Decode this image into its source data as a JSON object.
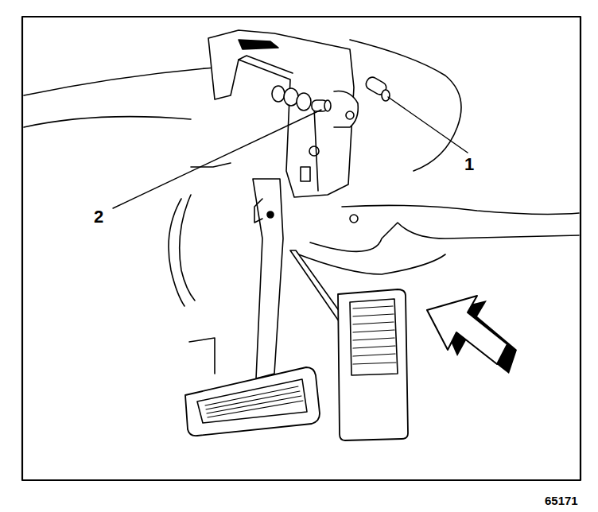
{
  "diagram": {
    "labels": [
      "1",
      "2",
      "65171"
    ]
  }
}
